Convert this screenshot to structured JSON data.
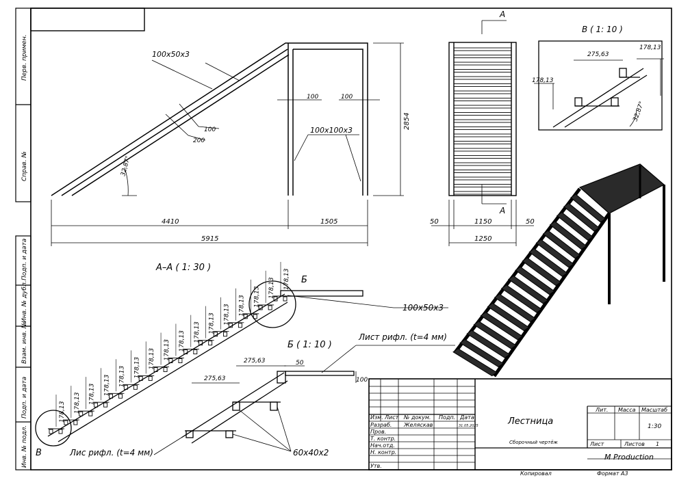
{
  "side_strip": [
    "Перв. примен.",
    "Справ. №",
    "Подп. и дата",
    "Инв. № дубл.",
    "Взам. инв. №",
    "Подп. и дата",
    "Инв. № подл."
  ],
  "view_labels": {
    "section_aa": "А–А ( 1: 30 )",
    "detail_b": "Б ( 1: 10 )",
    "detail_v": "В ( 1: 10 )",
    "cut_a_top": "А",
    "cut_a_bottom": "А",
    "callout_b": "Б",
    "callout_v": "В"
  },
  "dims": {
    "beam_profile": "100x50x3",
    "beam_profile_2": "100x50x3",
    "post_profile": "100x100x3",
    "angle": "32,87°",
    "angle_v": "32,87°",
    "d100a": "100",
    "d200": "200",
    "d100b": "100",
    "d100c": "100",
    "h2854": "2854",
    "l4410": "4410",
    "l1505": "1505",
    "l5915": "5915",
    "w50a": "50",
    "w1150": "1150",
    "w50b": "50",
    "w1250": "1250",
    "v275": "275,63",
    "v178a": "178,13",
    "v178b": "178,13",
    "step": "178,13",
    "sheet_note": "Лист рифл. (t=4 мм)",
    "sheet_note_2": "Лис рифл. (t=4 мм)",
    "b275a": "275,63",
    "b275b": "275,63",
    "b50": "50",
    "b100": "100",
    "profile_60": "60x40x2"
  },
  "title_block": {
    "col_izm": "Изм.",
    "col_list": "Лист",
    "col_ndoc": "№ докум.",
    "col_podp": "Подп.",
    "col_data": "Дата",
    "rows": [
      "Разраб.",
      "Пров.",
      "Т. контр.",
      "Нач.отд.",
      "Н. контр.",
      "Утв."
    ],
    "developer": "Желяскав",
    "date": "31.05.2025",
    "name": "Лестница",
    "doc_type": "Сборочный чертёж",
    "lit": "Лит.",
    "mass": "Масса",
    "scale_label": "Масштаб",
    "scale": "1:30",
    "sheet_label": "Лист",
    "sheets_label": "Листов",
    "sheets": "1",
    "org": "M Production",
    "copied": "Копировал",
    "format": "Формат А3"
  },
  "colors": {
    "line": "#000000",
    "fill_dark": "#2a2a2a",
    "paper": "#ffffff"
  }
}
